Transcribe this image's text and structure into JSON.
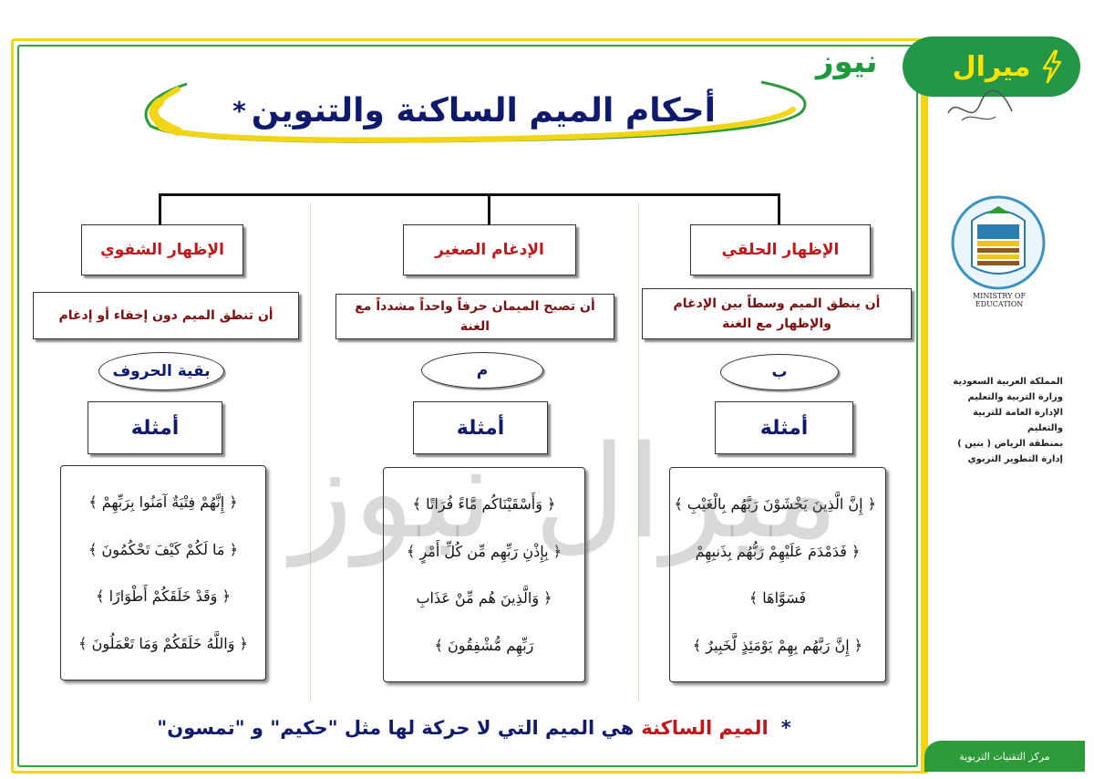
{
  "title": "أحكام الميم الساكنة والتنوين",
  "title_mark": "*",
  "brand": {
    "name": "ميرال",
    "suffix": "نيوز"
  },
  "ministry": {
    "english": "MINISTRY OF EDUCATION",
    "lines": [
      "المملكة العربية السعودية",
      "وزارة التربية والتعليم",
      "الإدارة العامة للتربية والتعليم",
      "بمنطقة الرياض ( بنين )",
      "إدارة التطوير التربوي"
    ]
  },
  "footer_label": "مركز التقنيات التربوية",
  "columns": [
    {
      "heading": "الإظهار الحلقي",
      "definition": "أن ينطق الميم وسطاً بين الإدغام والإظهار مع الغنة",
      "letter": "ب",
      "examples_label": "أمثلة",
      "verses": [
        "﴿ إِنَّ الَّذِينَ يَخْشَوْنَ رَبَّهُم بِالْغَيْبِ ﴾",
        "﴿ فَدَمْدَمَ عَلَيْهِمْ رَبُّهُم بِذَنبِهِمْ",
        "فَسَوَّاهَا ﴾",
        "﴿ إِنَّ رَبَّهُم بِهِمْ يَوْمَئِذٍ لَّخَبِيرٌ ﴾"
      ]
    },
    {
      "heading": "الإدغام الصغير",
      "definition": "أن تصبح الميمان حرفاً واحداً مشدداً مع الغنة",
      "letter": "م",
      "examples_label": "أمثلة",
      "verses": [
        "﴿ وَأَسْقَيْنَاكُم مَّاءً فُرَاتًا ﴾",
        "﴿ بِإِذْنِ رَبِّهِم مِّن كُلِّ أَمْرٍ ﴾",
        "﴿ وَالَّذِينَ هُم مِّنْ عَذَابِ",
        "رَبِّهِم مُّشْفِقُونَ ﴾"
      ]
    },
    {
      "heading": "الإظهار الشفوي",
      "definition": "أن تنطق الميم دون إخفاء أو إدغام",
      "letter": "بقية الحروف",
      "examples_label": "أمثلة",
      "verses": [
        "﴿ إِنَّهُمْ فِتْيَةٌ آمَنُوا بِرَبِّهِمْ ﴾",
        "﴿ مَا لَكُمْ كَيْفَ تَحْكُمُونَ ﴾",
        "﴿ وَقَدْ خَلَقَكُمْ أَطْوَارًا ﴾",
        "﴿ وَاللَّهُ خَلَقَكُمْ وَمَا تَعْمَلُونَ ﴾"
      ]
    }
  ],
  "footnote": {
    "mark": "*",
    "term": "الميم الساكنة",
    "text": "هي الميم التي لا حركة لها مثل \"حكيم\" و \"تمسون\""
  },
  "watermark": "ميرال نيوز",
  "colors": {
    "heading_red": "#c0181a",
    "navy": "#0f1a6d",
    "green": "#2e9b3a",
    "yellow": "#f2d515"
  }
}
